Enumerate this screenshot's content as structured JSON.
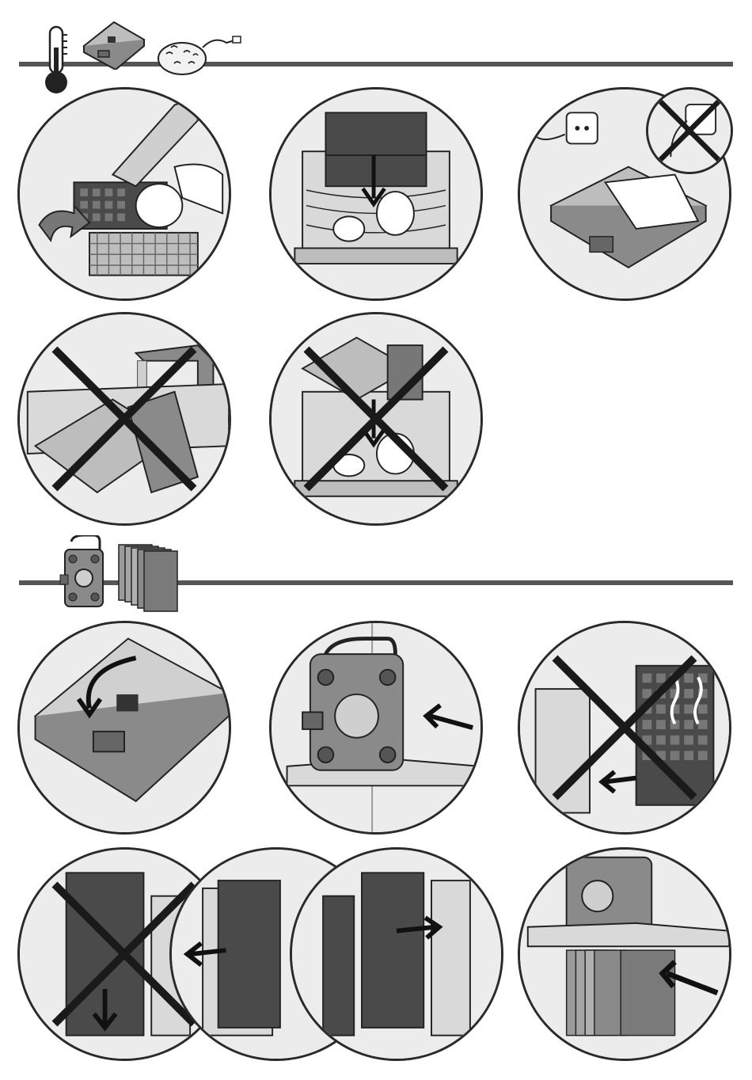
{
  "sections": [
    {
      "name": "cleaning",
      "panels": [
        {
          "id": "rinse-plates",
          "prohibited": false
        },
        {
          "id": "dishwasher-plates",
          "prohibited": false
        },
        {
          "id": "unplug-wipe-body",
          "prohibited": false
        },
        {
          "id": "no-water-immersion",
          "prohibited": true
        },
        {
          "id": "no-dishwasher-body",
          "prohibited": true
        }
      ]
    },
    {
      "name": "storage",
      "panels": [
        {
          "id": "close-lid",
          "prohibited": false
        },
        {
          "id": "store-upright",
          "prohibited": false
        },
        {
          "id": "no-hot-plate-storage",
          "prohibited": true
        },
        {
          "id": "plate-removal-sequence",
          "prohibited": true
        },
        {
          "id": "store-plates-on-shelf",
          "prohibited": false
        }
      ]
    }
  ],
  "colors": {
    "outline": "#2a2a2a",
    "panel_bg": "#ececec",
    "appliance": "#8a8a8a",
    "plate_dark": "#4a4a4a",
    "prohibit_x": "#1a1a1a",
    "rule": "#555555"
  },
  "icons": [
    "thermometer-icon",
    "waffle-maker-icon",
    "sponge-icon",
    "appliance-upright-icon",
    "plate-stack-icon"
  ]
}
